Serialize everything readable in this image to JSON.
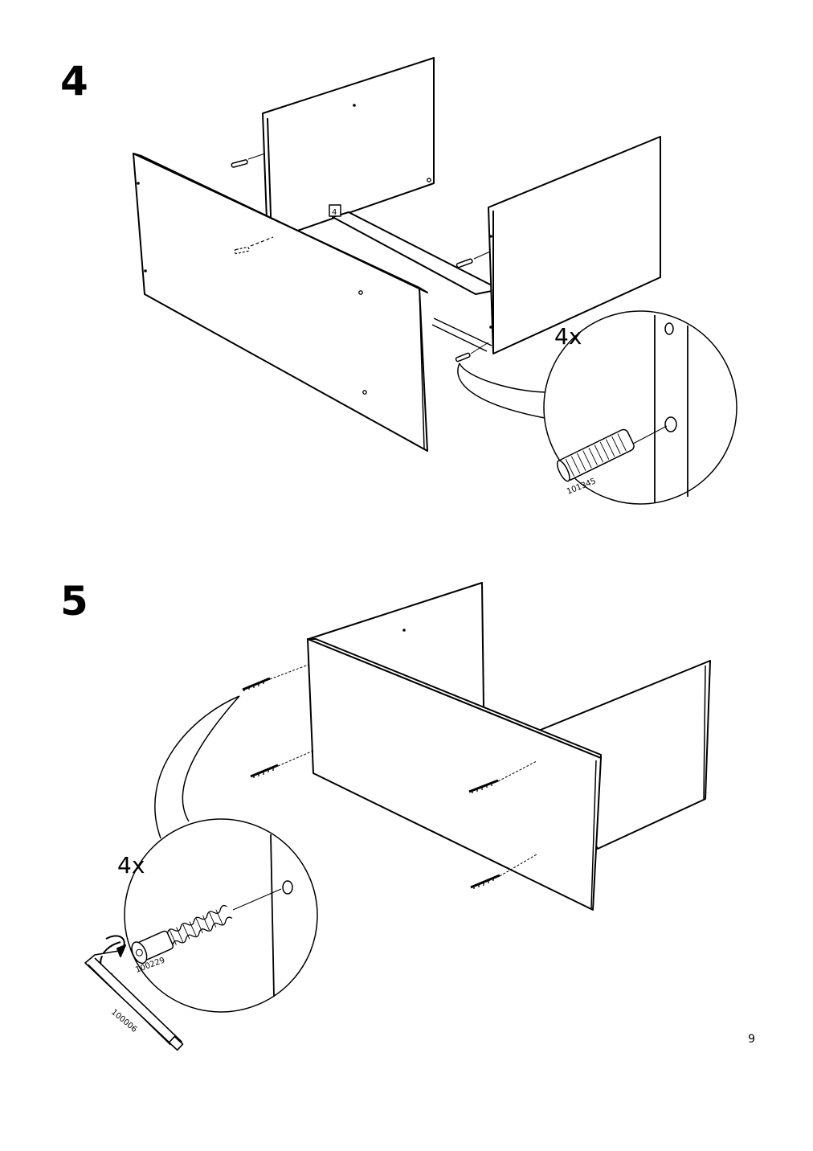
{
  "steps": [
    {
      "number": "4",
      "quantity": "4x",
      "part_id": "101345",
      "tag_label": "4"
    },
    {
      "number": "5",
      "quantity": "4x",
      "part_id": "100229",
      "tool_id": "100006"
    }
  ],
  "page": {
    "number": "9"
  }
}
